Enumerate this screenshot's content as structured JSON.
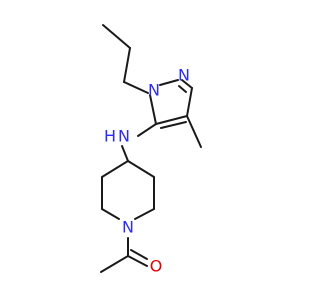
{
  "molecule": {
    "atoms": {
      "n_pyrazole_1": "N",
      "n_pyrazole_2": "N",
      "n_amine": "N",
      "h_amine": "H",
      "n_piperidine": "N",
      "o_carbonyl": "O"
    },
    "colors": {
      "bond": "#1a1a1a",
      "nitrogen": "#2b2bff",
      "oxygen": "#e60000"
    }
  }
}
